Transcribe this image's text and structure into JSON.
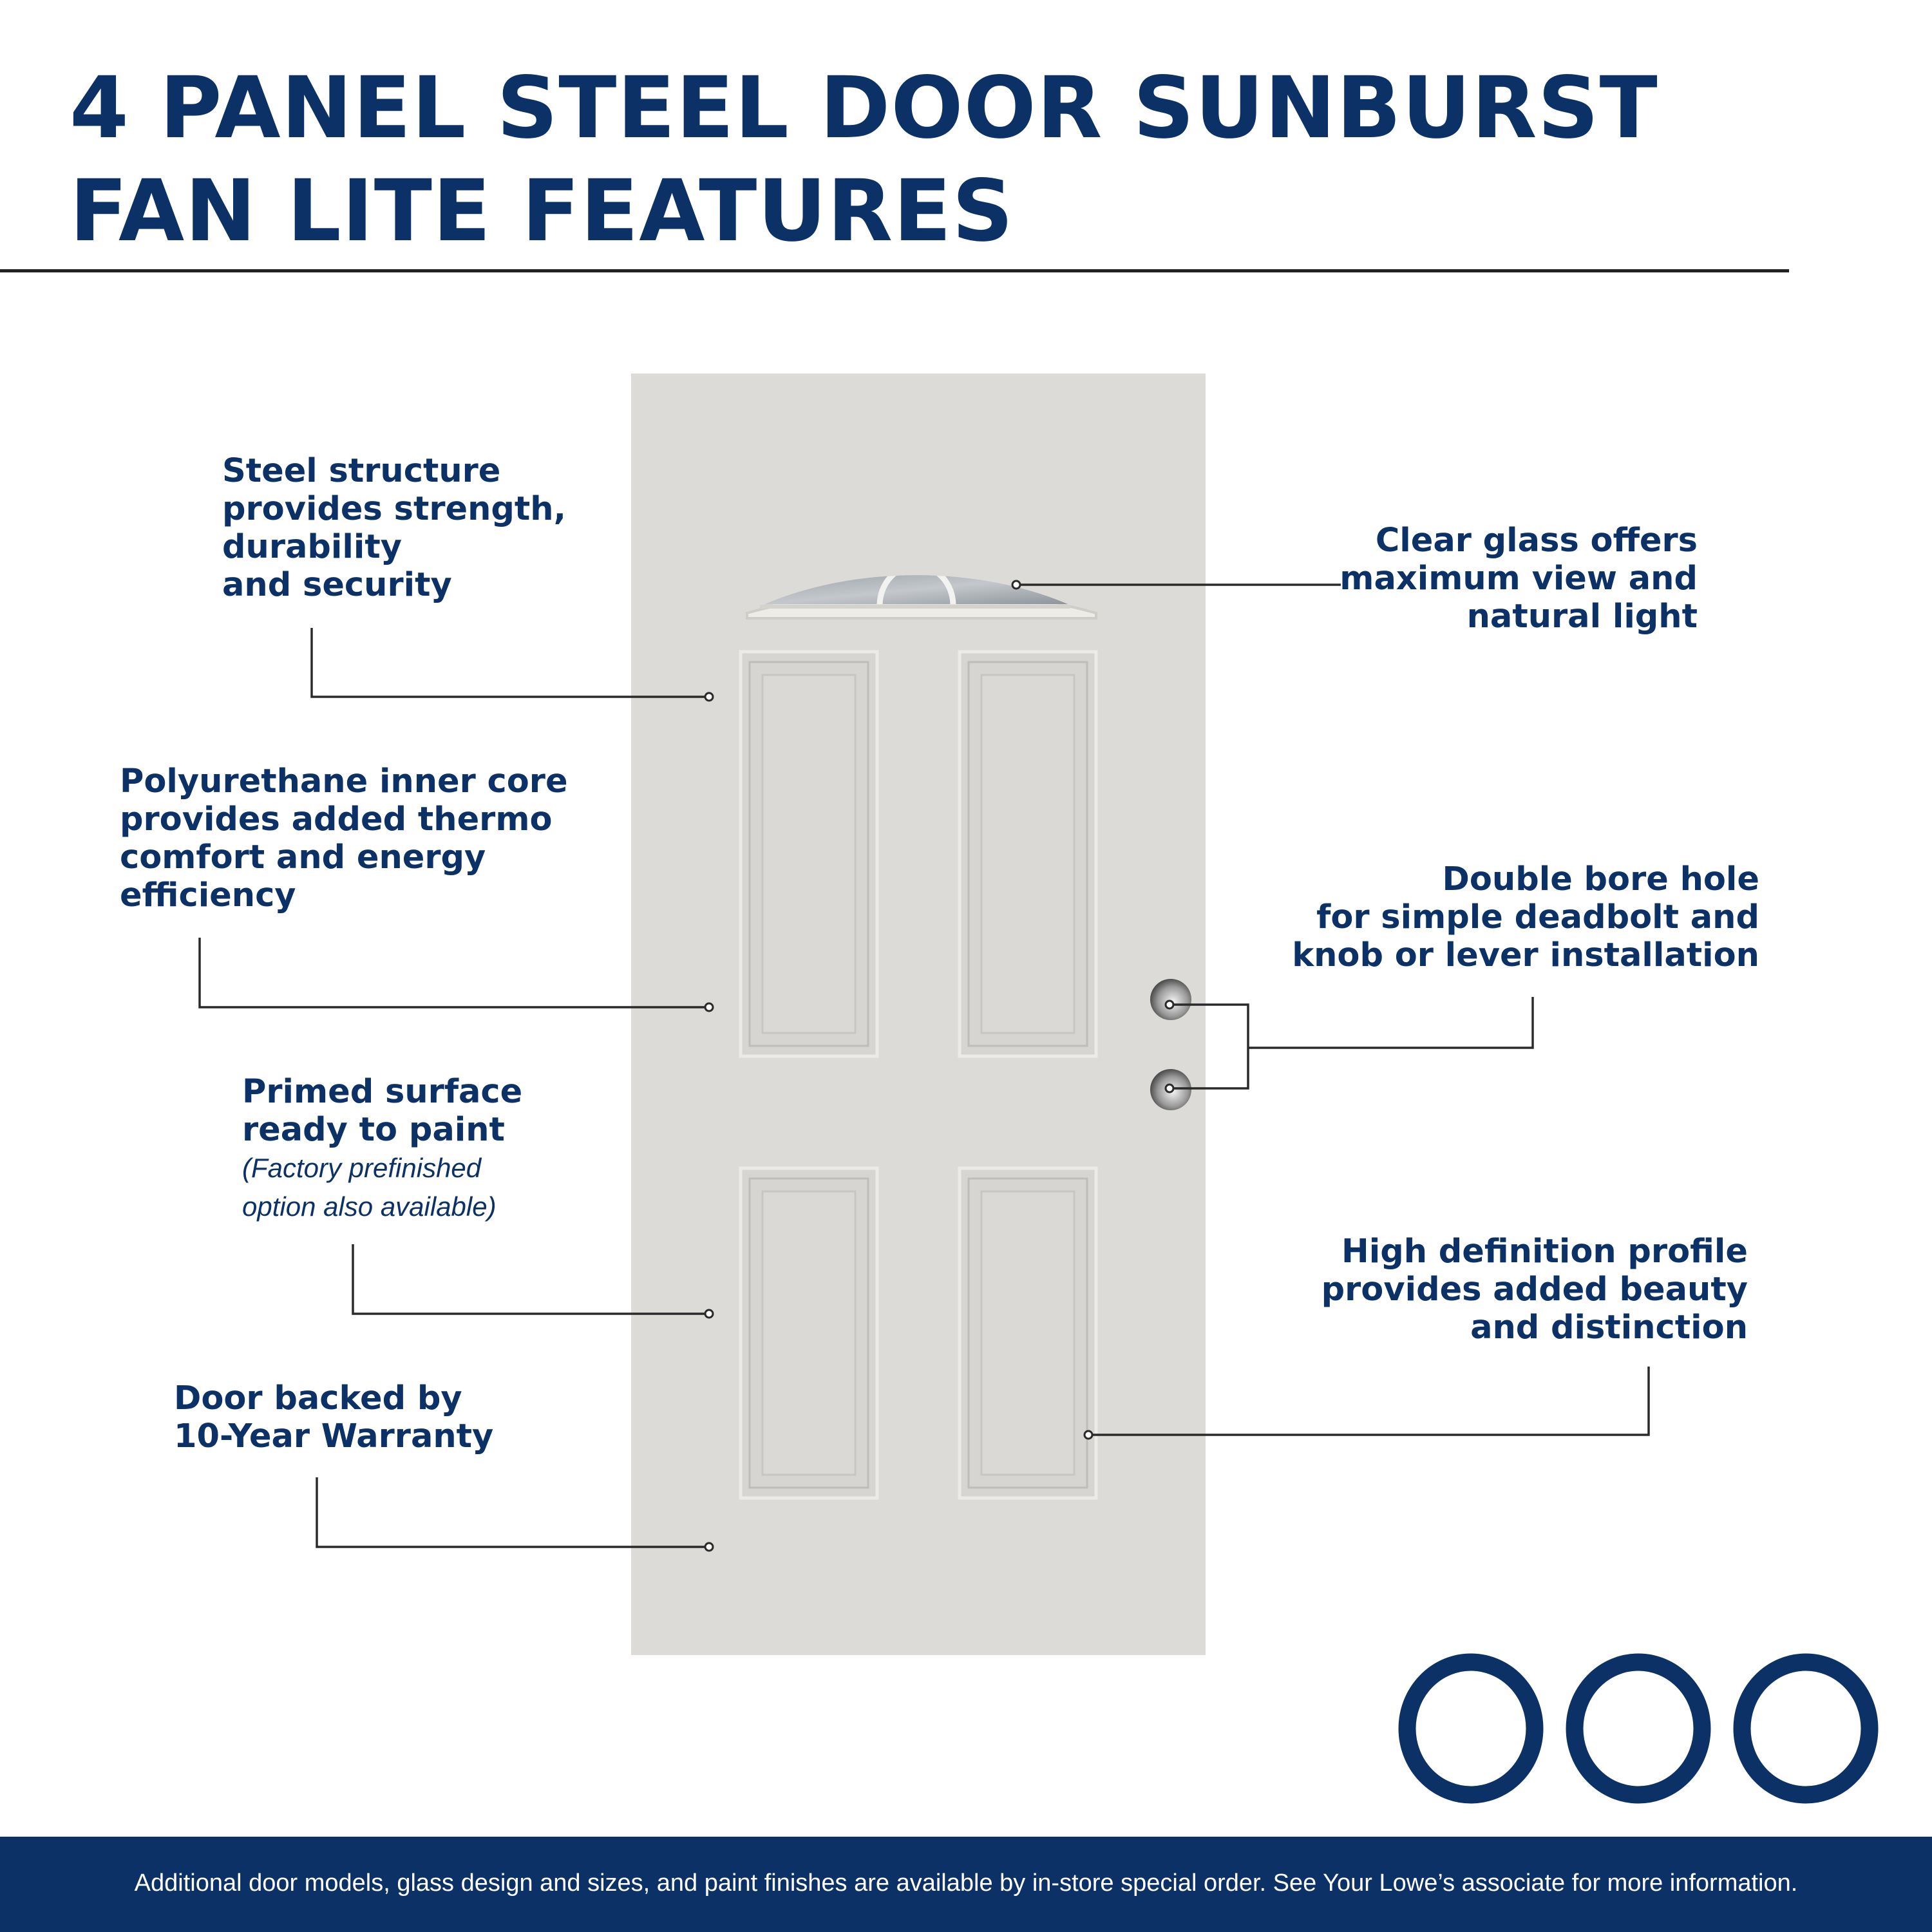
{
  "title": {
    "line1": "4 PANEL STEEL DOOR SUNBURST",
    "line2": "FAN LITE FEATURES"
  },
  "callouts": {
    "steel": [
      "Steel structure",
      "provides strength,",
      "durability",
      "and security"
    ],
    "glass": [
      "Clear glass offers",
      "maximum view and",
      "natural light"
    ],
    "core": [
      "Polyurethane inner core",
      "provides added thermo",
      "comfort and energy",
      "efficiency"
    ],
    "bore": [
      "Double bore hole",
      "for simple deadbolt and",
      "knob or lever installation"
    ],
    "primed": [
      "Primed surface",
      "ready to paint"
    ],
    "primed_note": [
      "(Factory prefinished",
      "option also available)"
    ],
    "profile": [
      "High definition profile",
      "provides added beauty",
      "and distinction"
    ],
    "warranty": [
      "Door backed by",
      "10-Year Warranty"
    ]
  },
  "footer": "Additional door models, glass design and sizes, and paint finishes are available by in-store special order. See Your Lowe’s associate for more information.",
  "colors": {
    "brand_navy": "#0c3166",
    "door": "#dcdbd8",
    "rule": "#222222"
  },
  "icons": [
    "steel-door-illustration",
    "fan-lite-window",
    "deadbolt-bore-hole",
    "knob-bore-hole",
    "decorative-rings"
  ]
}
